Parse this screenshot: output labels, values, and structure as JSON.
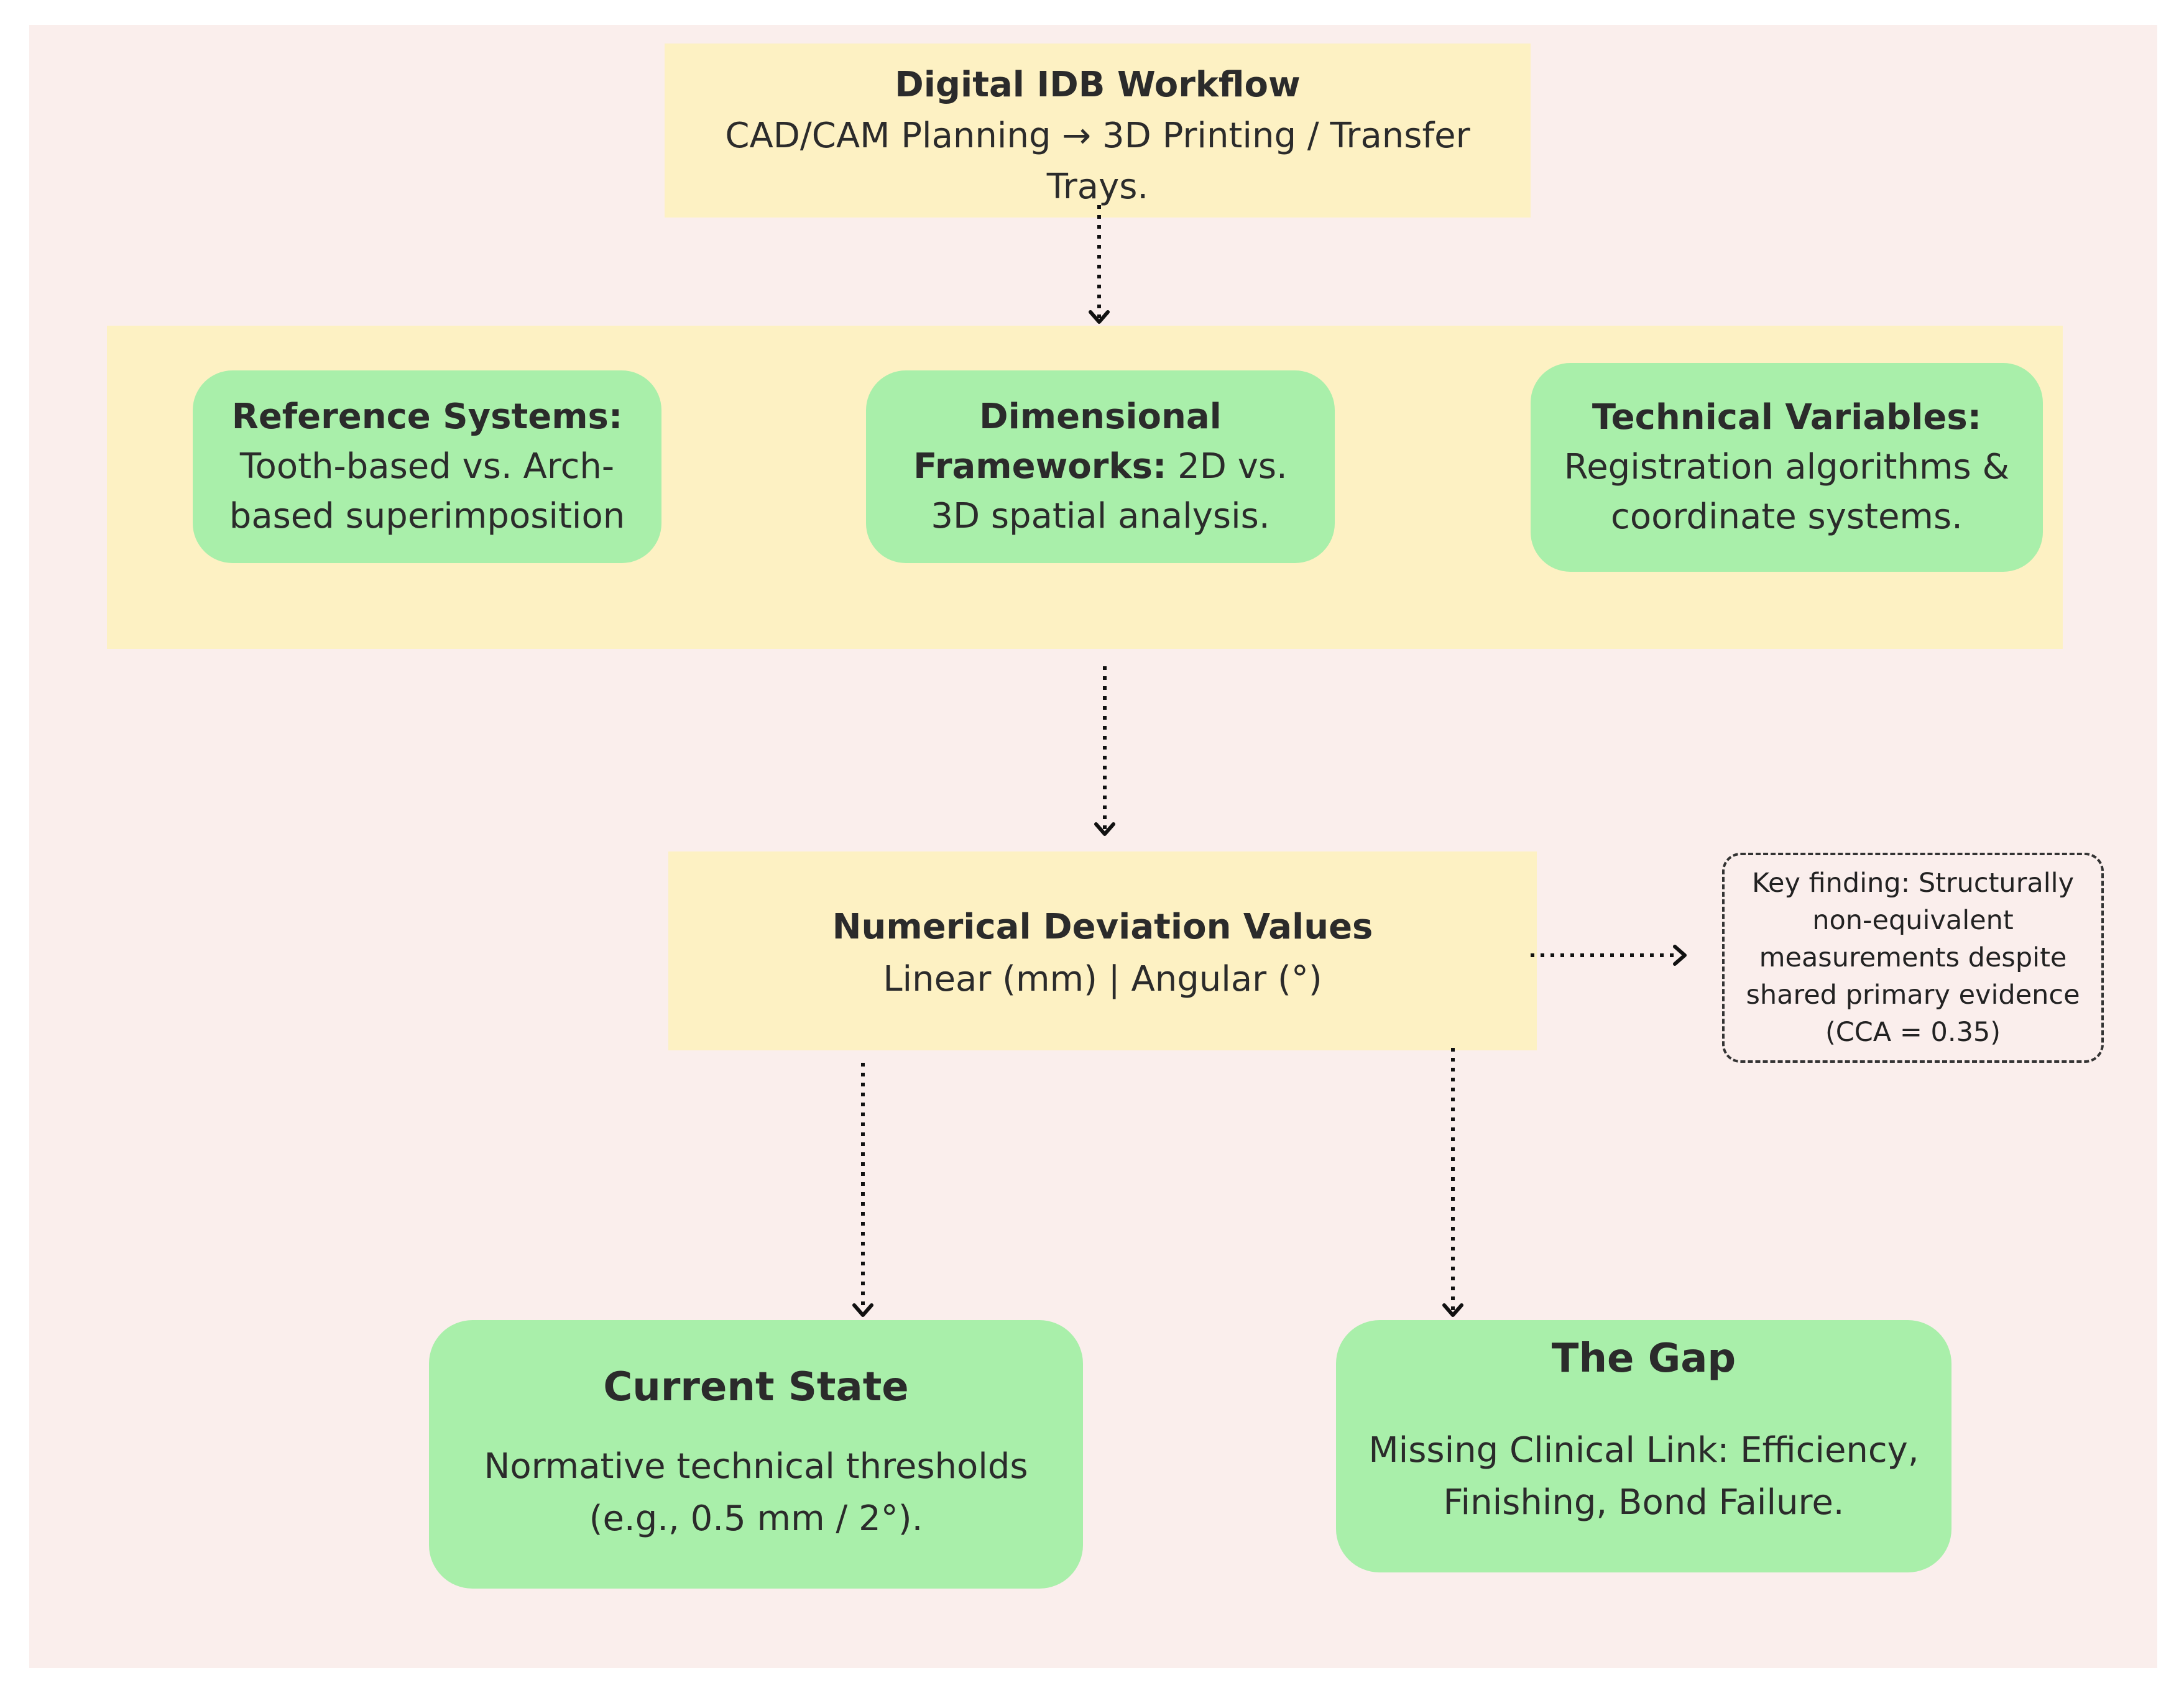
{
  "workflow": {
    "title": "Digital IDB Workflow",
    "body": "CAD/CAM Planning → 3D Printing / Transfer Trays."
  },
  "factors": {
    "reference": {
      "label": "Reference Systems:",
      "text": "Tooth-based vs. Arch-based superimposition"
    },
    "dimensional": {
      "label": "Dimensional Frameworks:",
      "text": "2D vs. 3D spatial analysis."
    },
    "technical": {
      "label": "Technical Variables:",
      "text": "Registration algorithms & coordinate systems."
    }
  },
  "deviation": {
    "title": "Numerical Deviation Values",
    "body": "Linear (mm) | Angular (°)"
  },
  "key_finding": "Key finding: Structurally non-equivalent measurements despite shared primary evidence (CCA = 0.35)",
  "current_state": {
    "title": "Current State",
    "body": "Normative technical thresholds (e.g., 0.5 mm / 2°)."
  },
  "gap": {
    "title": "The Gap",
    "body": "Missing Clinical Link: Efficiency, Finishing, Bond Failure."
  },
  "colors": {
    "background": "#faeeec",
    "yellow_box": "#fdf1c3",
    "green_box": "#a9efaa",
    "arrow": "#111111"
  }
}
